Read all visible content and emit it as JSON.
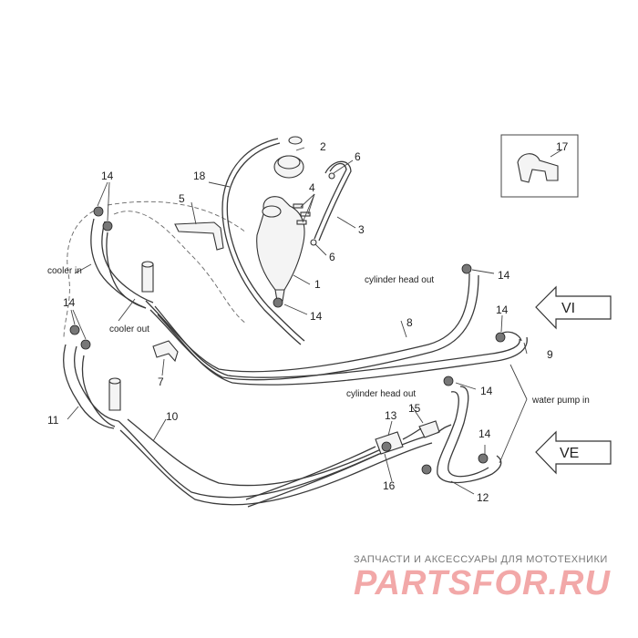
{
  "callouts": {
    "n1": "1",
    "n2": "2",
    "n3": "3",
    "n4": "4",
    "n5": "5",
    "n6a": "6",
    "n6b": "6",
    "n7": "7",
    "n8": "8",
    "n9": "9",
    "n10": "10",
    "n11": "11",
    "n12": "12",
    "n13": "13",
    "n14a": "14",
    "n14b": "14",
    "n14c": "14",
    "n14d": "14",
    "n14e": "14",
    "n14f": "14",
    "n14g": "14",
    "n15": "15",
    "n16": "16",
    "n17": "17",
    "n18": "18"
  },
  "labels": {
    "cooler_in": "cooler in",
    "cooler_out": "cooler out",
    "cylinder_head_out_1": "cylinder head out",
    "cylinder_head_out_2": "cylinder head out",
    "water_pump_in": "water pump in"
  },
  "view_arrows": {
    "vi": "VI",
    "ve": "VE"
  },
  "watermark": {
    "tagline": "ЗАПЧАСТИ И АКСЕССУАРЫ ДЛЯ МОТОТЕХНИКИ",
    "logo": "PARTSFOR.RU"
  }
}
